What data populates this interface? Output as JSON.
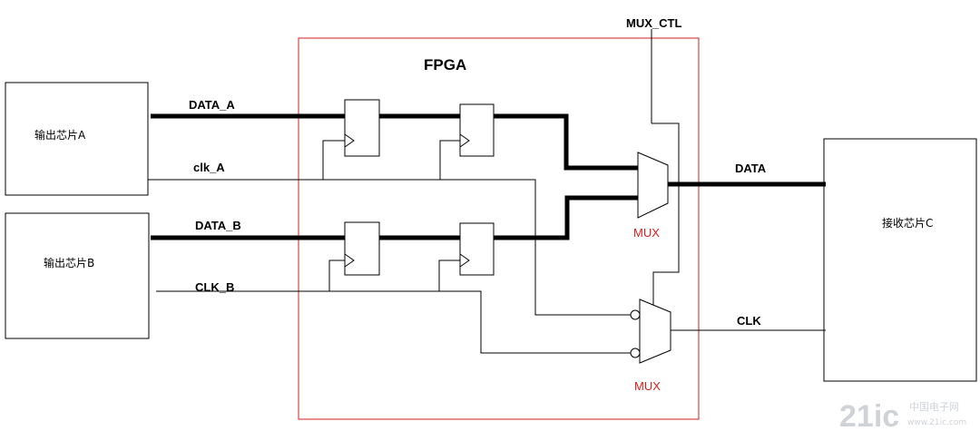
{
  "fpga": {
    "title": "FPGA",
    "border_color": "#d81e1e"
  },
  "chips": {
    "output_a": "输出芯片A",
    "output_b": "输出芯片B",
    "receiver_c": "接收芯片C"
  },
  "signals": {
    "data_a": "DATA_A",
    "clk_a": "clk_A",
    "data_b": "DATA_B",
    "clk_b": "CLK_B",
    "mux_ctl": "MUX_CTL",
    "data_out": "DATA",
    "clk_out": "CLK"
  },
  "mux": {
    "data_mux_label": "MUX",
    "clk_mux_label": "MUX",
    "label_color": "#d81e1e"
  },
  "watermark": {
    "brand": "21ic",
    "cn_text": "中国电子网",
    "url_text": "www.21ic.com"
  }
}
